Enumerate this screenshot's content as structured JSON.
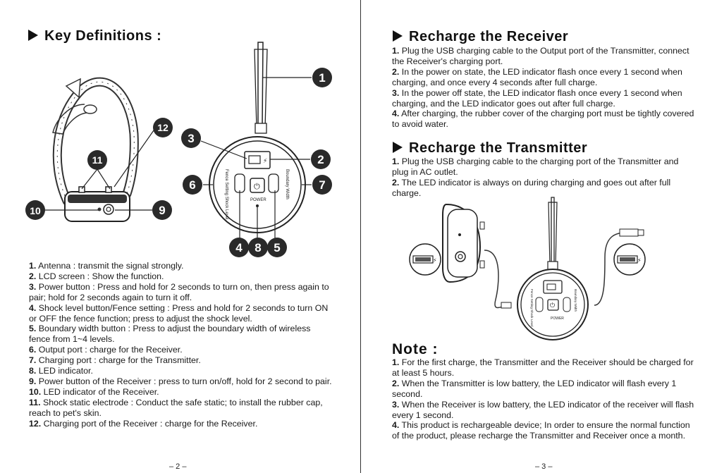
{
  "left_page": {
    "heading": "Key Definitions :",
    "callouts": [
      "1",
      "2",
      "3",
      "4",
      "5",
      "6",
      "7",
      "8",
      "9",
      "10",
      "11",
      "12"
    ],
    "device_labels": {
      "left_button": "Fence Setting Shock Level",
      "right_button": "Boundary Width",
      "power": "POWER"
    },
    "definitions": [
      {
        "num": "1.",
        "text": " Antenna : transmit the signal strongly."
      },
      {
        "num": "2.",
        "text": " LCD screen : Show the function."
      },
      {
        "num": "3.",
        "text": " Power button : Press and hold for 2 seconds to turn on, then press again to pair; hold for 2 seconds again to turn it off."
      },
      {
        "num": "4.",
        "text": " Shock level button/Fence setting : Press and hold for 2 seconds to turn ON or OFF the fence function; press to adjust the shock level."
      },
      {
        "num": "5.",
        "text": " Boundary width button : Press to adjust the boundary width of wireless fence from 1~4 levels."
      },
      {
        "num": "6.",
        "text": " Output port : charge for the Receiver."
      },
      {
        "num": "7.",
        "text": " Charging port : charge for the Transmitter."
      },
      {
        "num": "8.",
        "text": " LED indicator."
      },
      {
        "num": "9.",
        "text": " Power button of the Receiver : press to turn on/off, hold for 2 second to pair."
      },
      {
        "num": "10.",
        "text": " LED indicator of the Receiver."
      },
      {
        "num": "11.",
        "text": " Shock static electrode : Conduct the safe static; to install the rubber cap, reach to pet's skin."
      },
      {
        "num": "12.",
        "text": " Charging port of the Receiver : charge for the Receiver."
      }
    ],
    "page_number": "– 2 –"
  },
  "right_page": {
    "receiver_heading": "Recharge the Receiver",
    "receiver_steps": [
      {
        "num": "1.",
        "text": " Plug the USB charging cable to the Output port of the Transmitter, connect the Receiver's charging port."
      },
      {
        "num": "2.",
        "text": " In the power on state, the LED indicator flash once every 1 second when charging, and once every 4 seconds after full charge."
      },
      {
        "num": "3.",
        "text": " In the power off state, the LED indicator flash once every 1 second when charging, and the LED indicator goes out after full charge."
      },
      {
        "num": "4.",
        "text": " After charging, the rubber cover of the charging port must be tightly covered to avoid water."
      }
    ],
    "transmitter_heading": "Recharge the Transmitter",
    "transmitter_steps": [
      {
        "num": "1.",
        "text": " Plug the USB charging cable to the charging port of the Transmitter and plug in AC outlet."
      },
      {
        "num": "2.",
        "text": " The LED indicator is always on during charging and goes out after full charge."
      }
    ],
    "note_heading": "Note :",
    "notes": [
      {
        "num": "1.",
        "text": " For the first charge, the Transmitter and the Receiver should be charged for at least 5 hours."
      },
      {
        "num": "2.",
        "text": " When the Transmitter is low battery, the LED indicator will flash every 1 second."
      },
      {
        "num": "3.",
        "text": " When the Receiver is low battery, the LED indicator of the receiver will flash every 1 second."
      },
      {
        "num": "4.",
        "text": " This product is rechargeable device; In order to ensure the normal function of the product, please recharge the Transmitter and Receiver once a month."
      }
    ],
    "page_number": "– 3 –"
  }
}
